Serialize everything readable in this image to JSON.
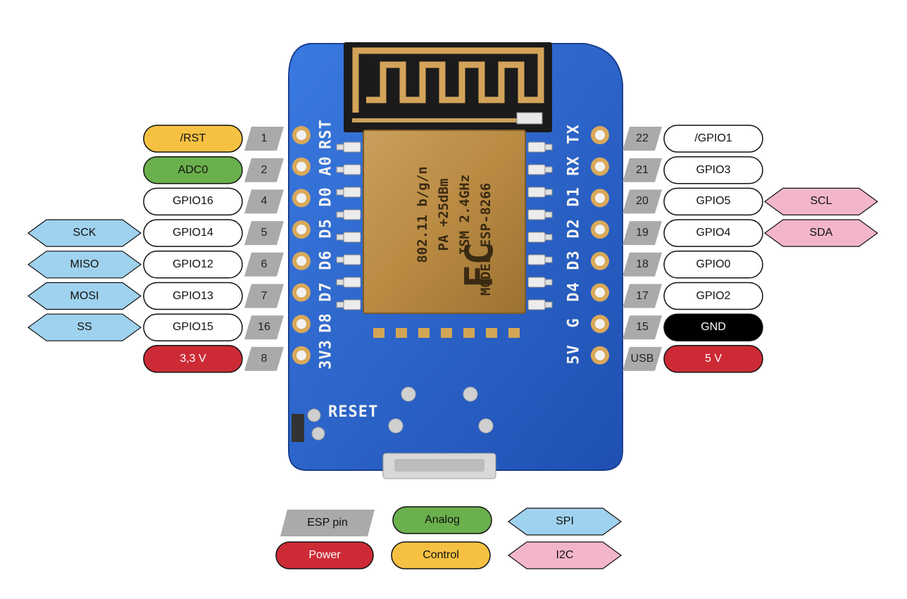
{
  "board": {
    "silkscreen_left": [
      "RST",
      "A0",
      "D0",
      "D5",
      "D6",
      "D7",
      "D8",
      "3V3"
    ],
    "silkscreen_right": [
      "TX",
      "RX",
      "D1",
      "D2",
      "D3",
      "D4",
      "G",
      "5V"
    ],
    "reset_label": "RESET",
    "chip_lines": [
      "MODEL  ESP-8266",
      "ISM  2.4GHz",
      "PA   +25dBm",
      "802.11 b/g/n"
    ],
    "fcc_mark": "FC"
  },
  "left_pins": [
    {
      "num": "1",
      "label": "/RST",
      "type": "control",
      "extra": null
    },
    {
      "num": "2",
      "label": "ADC0",
      "type": "analog",
      "extra": null
    },
    {
      "num": "4",
      "label": "GPIO16",
      "type": "gpio",
      "extra": null
    },
    {
      "num": "5",
      "label": "GPIO14",
      "type": "gpio",
      "extra": {
        "label": "SCK",
        "type": "spi"
      }
    },
    {
      "num": "6",
      "label": "GPIO12",
      "type": "gpio",
      "extra": {
        "label": "MISO",
        "type": "spi"
      }
    },
    {
      "num": "7",
      "label": "GPIO13",
      "type": "gpio",
      "extra": {
        "label": "MOSI",
        "type": "spi"
      }
    },
    {
      "num": "16",
      "label": "GPIO15",
      "type": "gpio",
      "extra": {
        "label": "SS",
        "type": "spi"
      }
    },
    {
      "num": "8",
      "label": "3,3 V",
      "type": "power",
      "extra": null
    }
  ],
  "right_pins": [
    {
      "num": "22",
      "label": "/GPIO1",
      "type": "gpio",
      "extra": null
    },
    {
      "num": "21",
      "label": "GPIO3",
      "type": "gpio",
      "extra": null
    },
    {
      "num": "20",
      "label": "GPIO5",
      "type": "gpio",
      "extra": {
        "label": "SCL",
        "type": "i2c"
      }
    },
    {
      "num": "19",
      "label": "GPIO4",
      "type": "gpio",
      "extra": {
        "label": "SDA",
        "type": "i2c"
      }
    },
    {
      "num": "18",
      "label": "GPIO0",
      "type": "gpio",
      "extra": null
    },
    {
      "num": "17",
      "label": "GPIO2",
      "type": "gpio",
      "extra": null
    },
    {
      "num": "15",
      "label": "GND",
      "type": "ground",
      "extra": null
    },
    {
      "num": "USB",
      "label": "5 V",
      "type": "power",
      "extra": null
    }
  ],
  "legend": [
    {
      "label": "ESP pin",
      "type": "esp"
    },
    {
      "label": "Analog",
      "type": "analog"
    },
    {
      "label": "SPI",
      "type": "spi"
    },
    {
      "label": "Power",
      "type": "power"
    },
    {
      "label": "Control",
      "type": "control"
    },
    {
      "label": "I2C",
      "type": "i2c"
    }
  ],
  "colors": {
    "esp": "#aaaaaa",
    "analog": "#6ab04c",
    "control": "#f6c143",
    "power": "#cc2b36",
    "ground": "#000000",
    "gpio": "#ffffff",
    "spi": "#9fd2ee",
    "i2c": "#f3b6c9",
    "board": "#2a62c9",
    "pad": "#d9a95a",
    "chip": "#b88c46"
  }
}
